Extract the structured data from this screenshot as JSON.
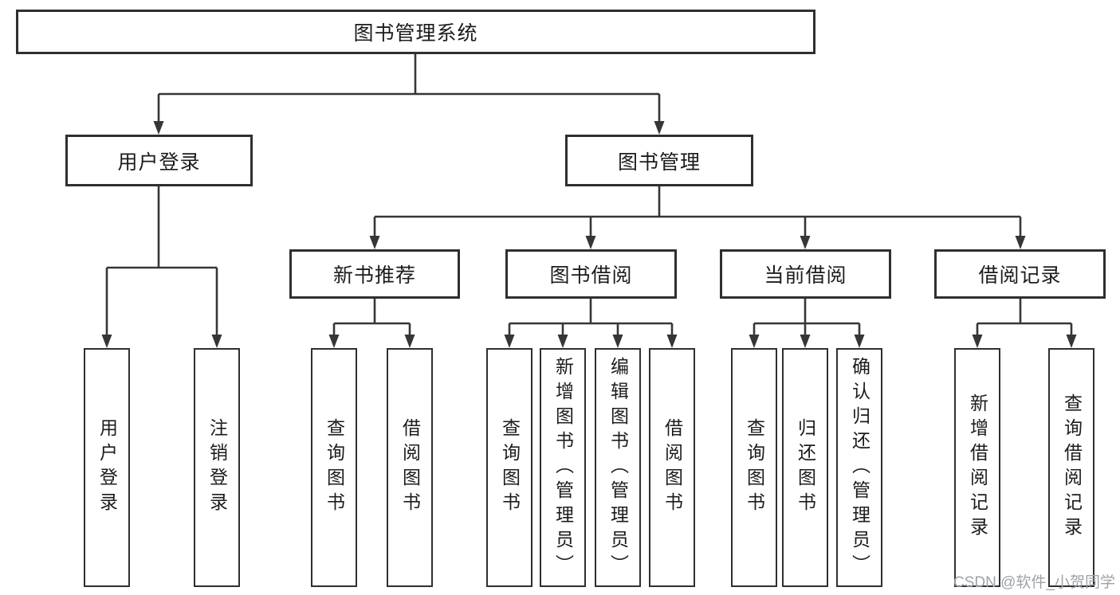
{
  "diagram": {
    "root": {
      "label": "图书管理系统"
    },
    "login_branch": {
      "label": "用户登录",
      "children": [
        {
          "label": "用户登录"
        },
        {
          "label": "注销登录"
        }
      ]
    },
    "mgmt_branch": {
      "label": "图书管理",
      "groups": [
        {
          "label": "新书推荐",
          "children": [
            {
              "label": "查询图书"
            },
            {
              "label": "借阅图书"
            }
          ]
        },
        {
          "label": "图书借阅",
          "children": [
            {
              "label": "查询图书"
            },
            {
              "label": "新增图书（管理员）"
            },
            {
              "label": "编辑图书（管理员）"
            },
            {
              "label": "借阅图书"
            }
          ]
        },
        {
          "label": "当前借阅",
          "children": [
            {
              "label": "查询图书"
            },
            {
              "label": "归还图书"
            },
            {
              "label": "确认归还（管理员）"
            }
          ]
        },
        {
          "label": "借阅记录",
          "children": [
            {
              "label": "新增借阅记录"
            },
            {
              "label": "查询借阅记录"
            }
          ]
        }
      ]
    }
  },
  "watermark": {
    "text": "CSDN @软件_小贺同学"
  },
  "colors": {
    "line": "#363636",
    "box_border": "#2f2f2f",
    "text": "#1c1c1c",
    "background": "#ffffff",
    "watermark": "#9ea3a8"
  }
}
